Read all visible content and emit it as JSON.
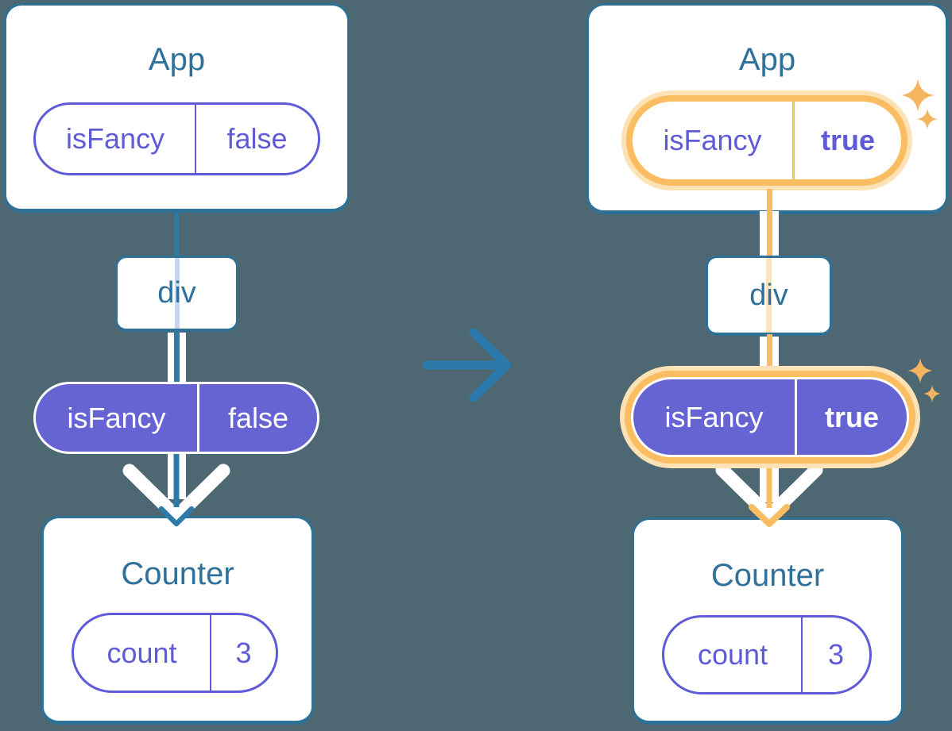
{
  "colors": {
    "background": "#4D6773",
    "card_border_blue": "#2F7096",
    "title_blue": "#30719B",
    "purple_text": "#5F5BD8",
    "purple_fill": "#6664D3",
    "flow_blue": "#2E7BA8",
    "highlight_orange": "#FABD62",
    "highlight_glow": "#FDE2B5",
    "sparkle_orange": "#F6B45F"
  },
  "left_panel": {
    "app_title": "App",
    "app_pill": {
      "key": "isFancy",
      "value": "false"
    },
    "div_label": "div",
    "prop_pill": {
      "key": "isFancy",
      "value": "false"
    },
    "counter_title": "Counter",
    "counter_pill": {
      "key": "count",
      "value": "3"
    }
  },
  "right_panel": {
    "app_title": "App",
    "app_pill": {
      "key": "isFancy",
      "value": "true"
    },
    "div_label": "div",
    "prop_pill": {
      "key": "isFancy",
      "value": "true"
    },
    "counter_title": "Counter",
    "counter_pill": {
      "key": "count",
      "value": "3"
    }
  }
}
